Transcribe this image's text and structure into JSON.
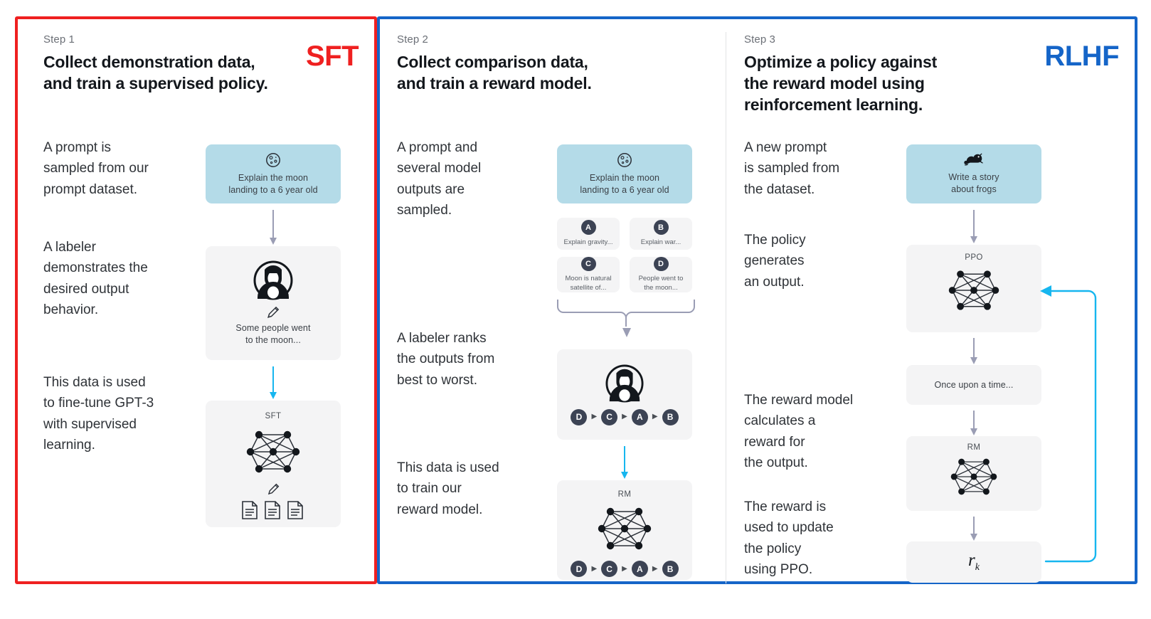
{
  "colors": {
    "sft_accent": "#ef2020",
    "rlhf_accent": "#1565c8",
    "prompt_box": "#b4dbe8",
    "flow_box": "#f4f4f5",
    "arrow_gray": "#9a9db4",
    "arrow_cyan": "#16b6ef",
    "pill": "#3c4354"
  },
  "steps": [
    {
      "label": "Step 1",
      "badge": "SFT",
      "title": "Collect demonstration data,\nand train a supervised policy.",
      "paragraphs": [
        "A prompt is\nsampled from our\nprompt dataset.",
        "A labeler\ndemonstrates the\ndesired output\nbehavior.",
        "This data is used\nto fine-tune GPT-3\nwith supervised\nlearning."
      ],
      "flow": {
        "prompt": "Explain the moon\nlanding to a 6 year old",
        "prompt_icon": "moon-icon",
        "labeler_output": "Some people went\nto the moon...",
        "labeler_icon": "labeler-avatar-icon",
        "pencil_icon": "pencil-icon",
        "model_tag": "SFT",
        "model_icon": "neural-network-icon",
        "docs_icon": "documents-icon"
      }
    },
    {
      "label": "Step 2",
      "badge": "",
      "title": "Collect comparison data,\nand train a reward model.",
      "paragraphs": [
        "A prompt and\nseveral model\noutputs are\nsampled.",
        "A labeler ranks\nthe outputs from\nbest to worst.",
        "This data is used\nto train our\nreward model."
      ],
      "flow": {
        "prompt": "Explain the moon\nlanding to a 6 year old",
        "prompt_icon": "moon-icon",
        "options": [
          {
            "letter": "A",
            "text": "Explain gravity..."
          },
          {
            "letter": "B",
            "text": "Explain war..."
          },
          {
            "letter": "C",
            "text": "Moon is natural\nsatellite of..."
          },
          {
            "letter": "D",
            "text": "People went to\nthe moon..."
          }
        ],
        "labeler_icon": "labeler-avatar-icon",
        "ranking": [
          "D",
          "C",
          "A",
          "B"
        ],
        "model_tag": "RM",
        "model_icon": "neural-network-icon"
      }
    },
    {
      "label": "Step 3",
      "badge": "RLHF",
      "title": "Optimize a policy against\nthe reward model using\nreinforcement learning.",
      "paragraphs": [
        "A new prompt\nis sampled from\nthe dataset.",
        "The policy\ngenerates\nan output.",
        "The reward model\ncalculates a\nreward for\nthe output.",
        "The reward is\nused to update\nthe policy\nusing PPO."
      ],
      "flow": {
        "prompt": "Write a story\nabout frogs",
        "prompt_icon": "frog-icon",
        "policy_tag": "PPO",
        "policy_icon": "neural-network-icon",
        "output_text": "Once upon a time...",
        "reward_tag": "RM",
        "reward_icon": "neural-network-icon",
        "reward_value": "r",
        "reward_subscript": "k",
        "loop_arrow": "feedback-loop-arrow"
      }
    }
  ]
}
